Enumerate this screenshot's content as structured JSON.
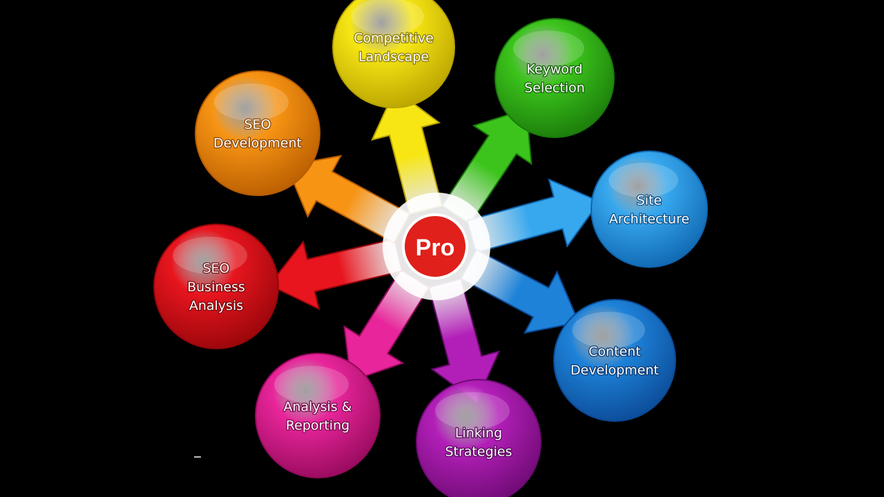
{
  "center": {
    "label": "Pro",
    "color": "#e0201b"
  },
  "nodes": [
    {
      "id": "competitive-landscape",
      "lines": [
        "Competitive",
        "Landscape"
      ],
      "color": "#f7e614",
      "dark": "#b8a200",
      "text_outline": "#8a7a00"
    },
    {
      "id": "keyword-selection",
      "lines": [
        "Keyword",
        "Selection"
      ],
      "color": "#3cc41c",
      "dark": "#1a7a0a",
      "text_outline": "#145e08"
    },
    {
      "id": "site-architecture",
      "lines": [
        "Site",
        "Architecture"
      ],
      "color": "#37a8ee",
      "dark": "#0f66b0",
      "text_outline": "#0b4f88"
    },
    {
      "id": "content-development",
      "lines": [
        "Content",
        "Development"
      ],
      "color": "#1e82d8",
      "dark": "#0b4a96",
      "text_outline": "#08366e"
    },
    {
      "id": "linking-strategies",
      "lines": [
        "Linking",
        "Strategies"
      ],
      "color": "#b21fb8",
      "dark": "#6d0a72",
      "text_outline": "#520656"
    },
    {
      "id": "analysis-reporting",
      "lines": [
        "Analysis &",
        "Reporting"
      ],
      "color": "#e8259a",
      "dark": "#950a5c",
      "text_outline": "#700645"
    },
    {
      "id": "seo-business-analysis",
      "lines": [
        "SEO",
        "Business",
        "Analysis"
      ],
      "color": "#e8151e",
      "dark": "#96060b",
      "text_outline": "#700408"
    },
    {
      "id": "seo-development",
      "lines": [
        "SEO",
        "Development"
      ],
      "color": "#f79414",
      "dark": "#b85c00",
      "text_outline": "#8a4400"
    }
  ]
}
